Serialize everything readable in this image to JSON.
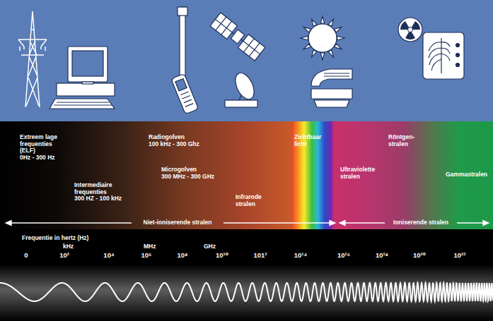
{
  "diagram": {
    "labels": [
      "Extreem lage frequenties (ELF) 0Hz - 300 Hz",
      "Radiogolven 100 kHz - 300 Ghz",
      "Zichtbaar licht",
      "Röntgen- stralen",
      "Intermediaire frequenties 300 HZ - 100 kHz",
      "Microgolven 300 MHz - 300 GHz",
      "Ultraviolette stralen",
      "Gammastralen",
      "Infrarode stralen",
      "Niet-ioniserende stralen",
      "Ioniserende stralen",
      "Frequentie in hertz (Hz)",
      "kHz",
      "MHz",
      "GHz",
      "0",
      "10²",
      "10⁴",
      "10⁶",
      "10⁸",
      "10¹⁰",
      "101²",
      "10¹⁴",
      "10¹⁶",
      "10¹⁸",
      "10²⁰",
      "10²²"
    ]
  }
}
